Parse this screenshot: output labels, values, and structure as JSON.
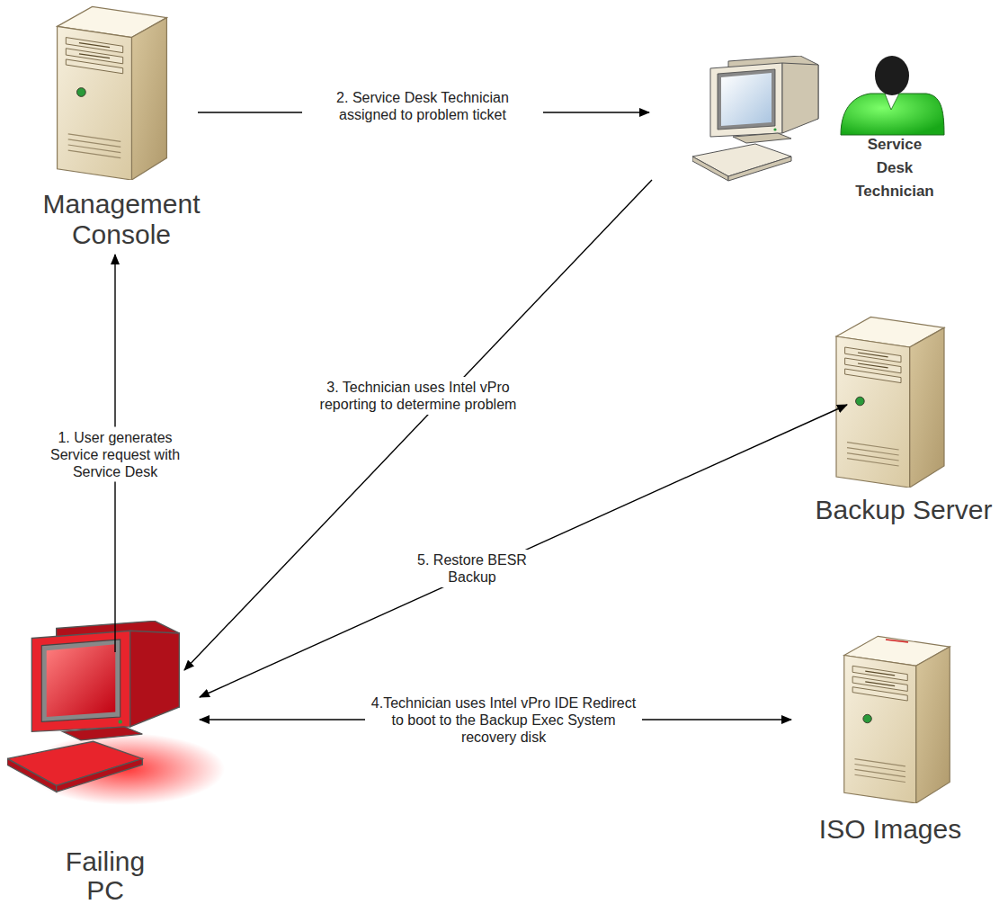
{
  "diagram": {
    "nodes": [
      {
        "text": [
          "Management Console"
        ]
      },
      {
        "text": [
          "Service Desk Technician"
        ]
      },
      {
        "text": [
          "Backup Server"
        ]
      },
      {
        "text": [
          "Failing PC"
        ]
      },
      {
        "text": [
          "ISO Images"
        ]
      }
    ],
    "edges": [
      {
        "from": 3,
        "to": 0,
        "arrow": "to",
        "label": "1. User generates Service request with Service Desk"
      },
      {
        "from": 0,
        "to": 1,
        "arrow": "to",
        "label": "2. Service Desk Technician assigned to problem ticket"
      },
      {
        "from": 1,
        "to": 3,
        "arrow": "to",
        "label": "3. Technician uses Intel vPro reporting to determine problem"
      },
      {
        "from": 3,
        "to": 4,
        "arrow": "both",
        "label": "4.Technician uses Intel vPro IDE Redirect to boot to the Backup Exec System recovery disk"
      },
      {
        "from": 3,
        "to": 2,
        "arrow": "both",
        "label": "5. Restore BESR Backup"
      }
    ]
  }
}
